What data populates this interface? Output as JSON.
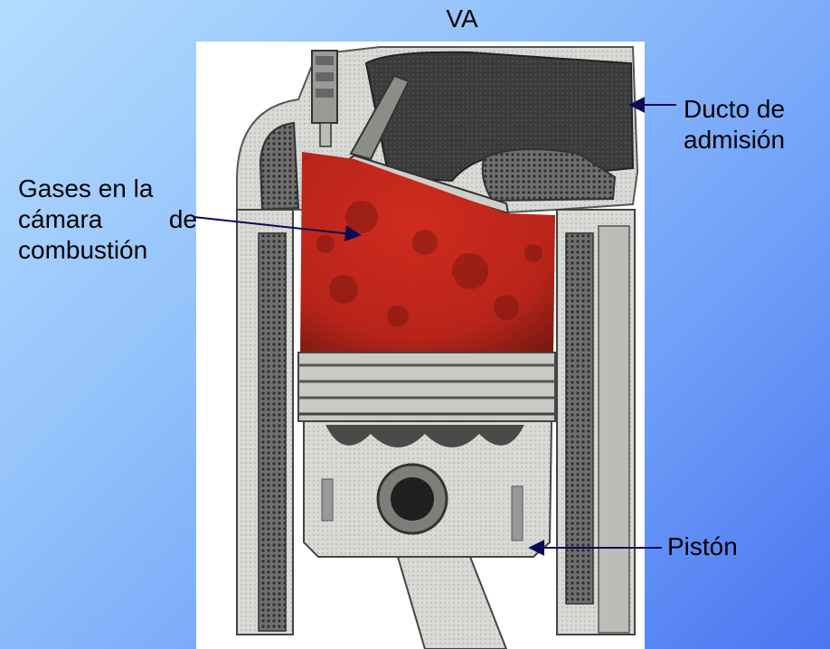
{
  "slide": {
    "title": "VA",
    "labels": {
      "gases_line1": "Gases en la",
      "gases_line2": "cámara de",
      "gases_line3": "combustión",
      "ducto_line1": "Ducto de",
      "ducto_line2": "admisión",
      "piston": "Pistón"
    }
  },
  "colors": {
    "background_start": "#b5dcff",
    "background_end": "#4a76f1",
    "combustion_gas": "#c5261a",
    "arrow": "#0a0a55"
  }
}
